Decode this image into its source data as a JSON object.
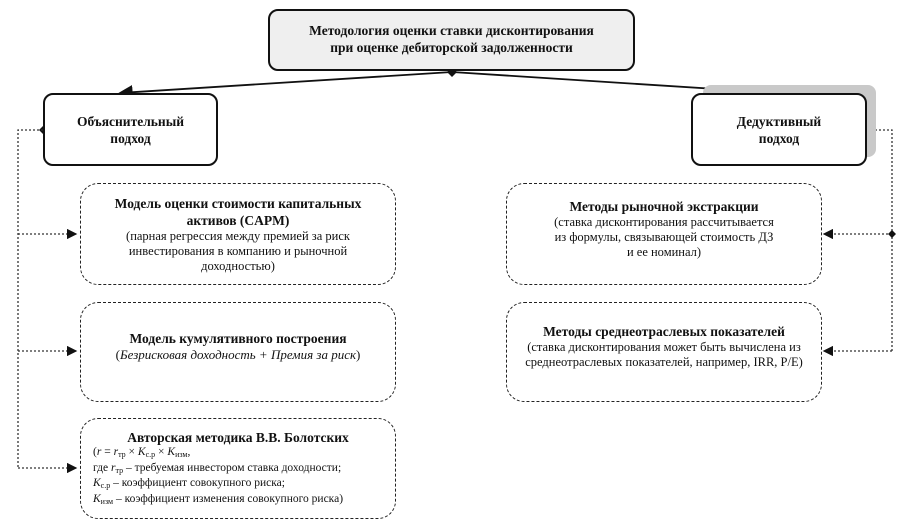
{
  "title": {
    "line1": "Методология оценки ставки дисконтирования",
    "line2": "при оценке дебиторской задолженности"
  },
  "left_approach": {
    "line1": "Объяснительный",
    "line2": "подход"
  },
  "right_approach": {
    "line1": "Дедуктивный",
    "line2": "подход"
  },
  "capm": {
    "title_line1": "Модель оценки стоимости капитальных",
    "title_line2": "активов (CAPM)",
    "desc_line1": "(парная регрессия между премией за риск",
    "desc_line2": "инвестирования в компанию и рыночной",
    "desc_line3": "доходностью)"
  },
  "cumulative": {
    "title": "Модель кумулятивного построения",
    "desc_open": "(",
    "desc": "Безрисковая доходность + Премия за риск",
    "desc_close": ")"
  },
  "bolotskikh": {
    "title": "Авторская методика В.В. Болотских",
    "f_open": "(",
    "r": "r",
    "eq": " = ",
    "r2": "r",
    "sub_tr": "тр",
    "times1": " × ",
    "K1": "K",
    "sub_sr": "с.р",
    "times2": " × ",
    "K2": "K",
    "sub_izm": "изм",
    "comma": ",",
    "l2_pre": "где ",
    "l2_r": "r",
    "l2_sub": "тр",
    "l2_text": " – требуемая инвестором ставка доходности;",
    "l3_K": "K",
    "l3_sub": "с.р",
    "l3_text": " – коэффициент совокупного риска;",
    "l4_K": "K",
    "l4_sub": "изм",
    "l4_text": " – коэффициент изменения совокупного риска)"
  },
  "market_extraction": {
    "title": "Методы рыночной экстракции",
    "desc_line1": "(ставка дисконтирования рассчитывается",
    "desc_line2": "из формулы, связывающей стоимость ДЗ",
    "desc_line3": "и ее номинал)"
  },
  "industry": {
    "title": "Методы среднеотраслевых показателей",
    "desc_line1": "(ставка дисконтирования может быть вычислена из",
    "desc_line2": "среднеотраслевых показателей, например, IRR, P/E)"
  }
}
